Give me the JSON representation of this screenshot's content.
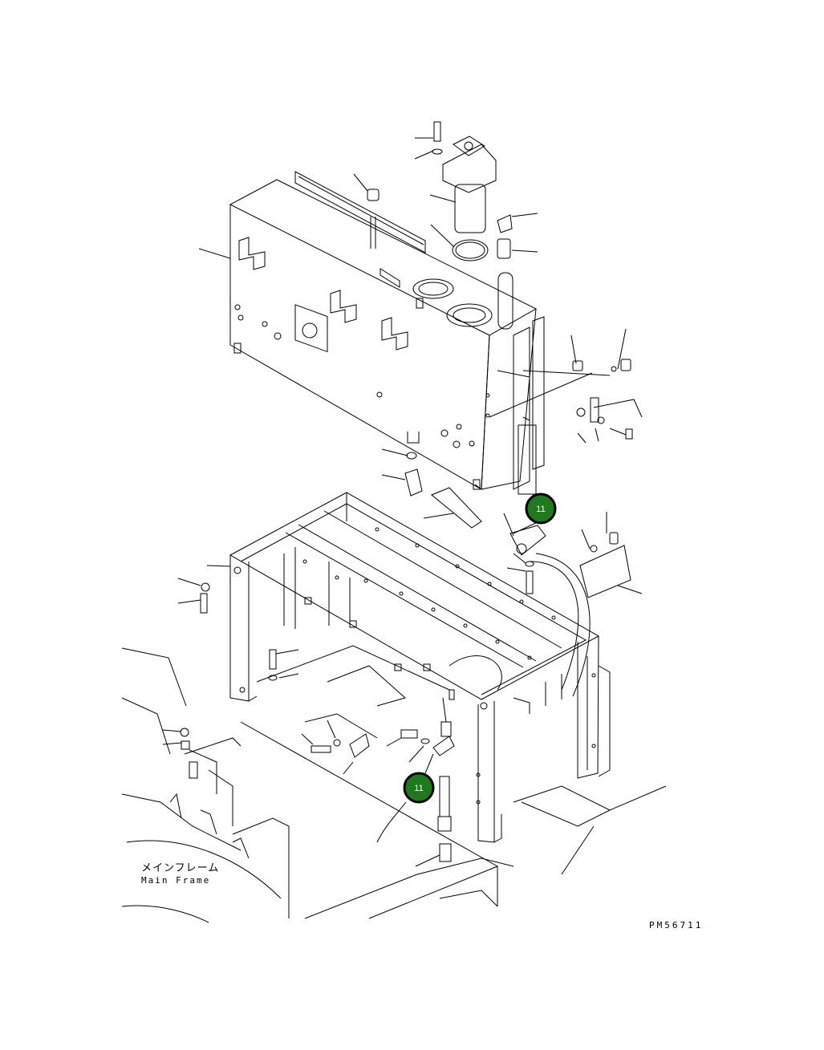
{
  "labels": {
    "main_frame_ja": "メインフレーム",
    "main_frame_en": "Main Frame",
    "drawing_code": "PM56711"
  },
  "callouts": [
    {
      "id": "callout-upper",
      "number": "11"
    },
    {
      "id": "callout-lower",
      "number": "11"
    }
  ],
  "colors": {
    "callout_fill": "#1f7a1f",
    "callout_ring": "#000000",
    "line": "#000000"
  }
}
